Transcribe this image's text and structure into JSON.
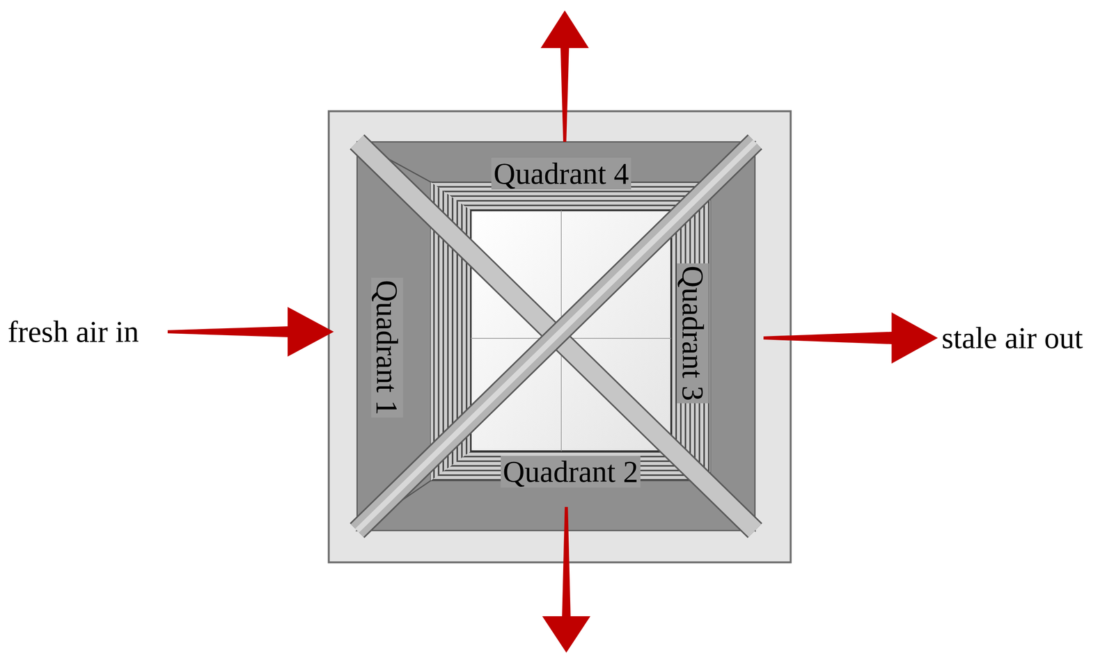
{
  "diagram": {
    "labels": [
      "Quadrant 4",
      "fresh air in",
      "Quadrant 1",
      "Quadrant 3",
      "stale air out",
      "Quadrant 2"
    ]
  }
}
